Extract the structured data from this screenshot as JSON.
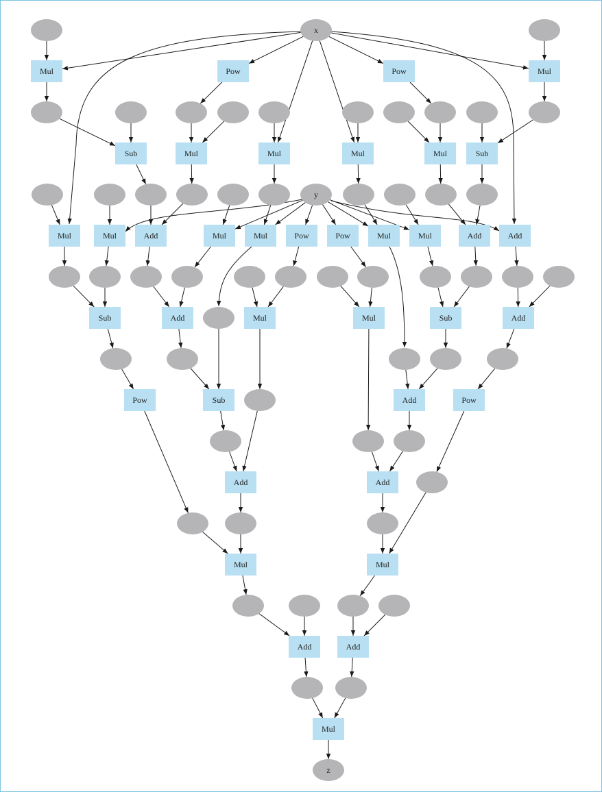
{
  "colors": {
    "value_node": "#b5b5b7",
    "op_node": "#b8e0f2",
    "edge": "#1a1a1a",
    "frame": "#7cc3e3"
  },
  "nodes": [
    {
      "id": "a1",
      "label": "",
      "shape": "ellipse"
    },
    {
      "id": "x",
      "label": "x",
      "shape": "ellipse"
    },
    {
      "id": "a2",
      "label": "",
      "shape": "ellipse"
    },
    {
      "id": "m1",
      "label": "Mul",
      "shape": "box"
    },
    {
      "id": "p1",
      "label": "Pow",
      "shape": "box"
    },
    {
      "id": "p2",
      "label": "Pow",
      "shape": "box"
    },
    {
      "id": "m2",
      "label": "Mul",
      "shape": "box"
    },
    {
      "id": "b1",
      "label": "",
      "shape": "ellipse"
    },
    {
      "id": "b2",
      "label": "",
      "shape": "ellipse"
    },
    {
      "id": "b3",
      "label": "",
      "shape": "ellipse"
    },
    {
      "id": "b4",
      "label": "",
      "shape": "ellipse"
    },
    {
      "id": "b5",
      "label": "",
      "shape": "ellipse"
    },
    {
      "id": "b6",
      "label": "",
      "shape": "ellipse"
    },
    {
      "id": "b7",
      "label": "",
      "shape": "ellipse"
    },
    {
      "id": "b8",
      "label": "",
      "shape": "ellipse"
    },
    {
      "id": "b9",
      "label": "",
      "shape": "ellipse"
    },
    {
      "id": "b10",
      "label": "",
      "shape": "ellipse"
    },
    {
      "id": "s1",
      "label": "Sub",
      "shape": "box"
    },
    {
      "id": "m3",
      "label": "Mul",
      "shape": "box"
    },
    {
      "id": "m4",
      "label": "Mul",
      "shape": "box"
    },
    {
      "id": "m5",
      "label": "Mul",
      "shape": "box"
    },
    {
      "id": "m6",
      "label": "Mul",
      "shape": "box"
    },
    {
      "id": "s2",
      "label": "Sub",
      "shape": "box"
    },
    {
      "id": "c1",
      "label": "",
      "shape": "ellipse"
    },
    {
      "id": "c2",
      "label": "",
      "shape": "ellipse"
    },
    {
      "id": "c3",
      "label": "",
      "shape": "ellipse"
    },
    {
      "id": "c4",
      "label": "",
      "shape": "ellipse"
    },
    {
      "id": "c5",
      "label": "",
      "shape": "ellipse"
    },
    {
      "id": "c6",
      "label": "",
      "shape": "ellipse"
    },
    {
      "id": "y",
      "label": "y",
      "shape": "ellipse"
    },
    {
      "id": "c7",
      "label": "",
      "shape": "ellipse"
    },
    {
      "id": "c8",
      "label": "",
      "shape": "ellipse"
    },
    {
      "id": "c9",
      "label": "",
      "shape": "ellipse"
    },
    {
      "id": "c10",
      "label": "",
      "shape": "ellipse"
    },
    {
      "id": "m7",
      "label": "Mul",
      "shape": "box"
    },
    {
      "id": "m8",
      "label": "Mul",
      "shape": "box"
    },
    {
      "id": "a3",
      "label": "Add",
      "shape": "box"
    },
    {
      "id": "m9",
      "label": "Mul",
      "shape": "box"
    },
    {
      "id": "m10",
      "label": "Mul",
      "shape": "box"
    },
    {
      "id": "p3",
      "label": "Pow",
      "shape": "box"
    },
    {
      "id": "p4",
      "label": "Pow",
      "shape": "box"
    },
    {
      "id": "m11",
      "label": "Mul",
      "shape": "box"
    },
    {
      "id": "m12",
      "label": "Mul",
      "shape": "box"
    },
    {
      "id": "a4",
      "label": "Add",
      "shape": "box"
    },
    {
      "id": "a5",
      "label": "Add",
      "shape": "box"
    },
    {
      "id": "d1",
      "label": "",
      "shape": "ellipse"
    },
    {
      "id": "d2",
      "label": "",
      "shape": "ellipse"
    },
    {
      "id": "d3",
      "label": "",
      "shape": "ellipse"
    },
    {
      "id": "d4",
      "label": "",
      "shape": "ellipse"
    },
    {
      "id": "d5",
      "label": "",
      "shape": "ellipse"
    },
    {
      "id": "d6",
      "label": "",
      "shape": "ellipse"
    },
    {
      "id": "d7",
      "label": "",
      "shape": "ellipse"
    },
    {
      "id": "d8",
      "label": "",
      "shape": "ellipse"
    },
    {
      "id": "d9",
      "label": "",
      "shape": "ellipse"
    },
    {
      "id": "d10",
      "label": "",
      "shape": "ellipse"
    },
    {
      "id": "d11",
      "label": "",
      "shape": "ellipse"
    },
    {
      "id": "d12",
      "label": "",
      "shape": "ellipse"
    },
    {
      "id": "s3",
      "label": "Sub",
      "shape": "box"
    },
    {
      "id": "a6",
      "label": "Add",
      "shape": "box"
    },
    {
      "id": "d13",
      "label": "",
      "shape": "ellipse"
    },
    {
      "id": "m13",
      "label": "Mul",
      "shape": "box"
    },
    {
      "id": "m14",
      "label": "Mul",
      "shape": "box"
    },
    {
      "id": "s4",
      "label": "Sub",
      "shape": "box"
    },
    {
      "id": "a7",
      "label": "Add",
      "shape": "box"
    },
    {
      "id": "f1",
      "label": "",
      "shape": "ellipse"
    },
    {
      "id": "f2",
      "label": "",
      "shape": "ellipse"
    },
    {
      "id": "f3",
      "label": "",
      "shape": "ellipse"
    },
    {
      "id": "f4",
      "label": "",
      "shape": "ellipse"
    },
    {
      "id": "f5",
      "label": "",
      "shape": "ellipse"
    },
    {
      "id": "p5",
      "label": "Pow",
      "shape": "box"
    },
    {
      "id": "s5",
      "label": "Sub",
      "shape": "box"
    },
    {
      "id": "f6",
      "label": "",
      "shape": "ellipse"
    },
    {
      "id": "a8",
      "label": "Add",
      "shape": "box"
    },
    {
      "id": "p6",
      "label": "Pow",
      "shape": "box"
    },
    {
      "id": "g1",
      "label": "",
      "shape": "ellipse"
    },
    {
      "id": "g2",
      "label": "",
      "shape": "ellipse"
    },
    {
      "id": "g3",
      "label": "",
      "shape": "ellipse"
    },
    {
      "id": "a9",
      "label": "Add",
      "shape": "box"
    },
    {
      "id": "a10",
      "label": "Add",
      "shape": "box"
    },
    {
      "id": "g4",
      "label": "",
      "shape": "ellipse"
    },
    {
      "id": "h1",
      "label": "",
      "shape": "ellipse"
    },
    {
      "id": "h2",
      "label": "",
      "shape": "ellipse"
    },
    {
      "id": "h3",
      "label": "",
      "shape": "ellipse"
    },
    {
      "id": "m15",
      "label": "Mul",
      "shape": "box"
    },
    {
      "id": "m16",
      "label": "Mul",
      "shape": "box"
    },
    {
      "id": "i1",
      "label": "",
      "shape": "ellipse"
    },
    {
      "id": "i2",
      "label": "",
      "shape": "ellipse"
    },
    {
      "id": "i3",
      "label": "",
      "shape": "ellipse"
    },
    {
      "id": "i4",
      "label": "",
      "shape": "ellipse"
    },
    {
      "id": "a11",
      "label": "Add",
      "shape": "box"
    },
    {
      "id": "a12",
      "label": "Add",
      "shape": "box"
    },
    {
      "id": "j1",
      "label": "",
      "shape": "ellipse"
    },
    {
      "id": "j2",
      "label": "",
      "shape": "ellipse"
    },
    {
      "id": "m17",
      "label": "Mul",
      "shape": "box"
    },
    {
      "id": "z",
      "label": "z",
      "shape": "ellipse"
    }
  ],
  "edges": [
    [
      "a1",
      "m1"
    ],
    [
      "x",
      "m1"
    ],
    [
      "x",
      "p1"
    ],
    [
      "x",
      "p2"
    ],
    [
      "x",
      "m2"
    ],
    [
      "a2",
      "m2"
    ],
    [
      "x",
      "m4"
    ],
    [
      "x",
      "m5"
    ],
    [
      "x",
      "m7"
    ],
    [
      "x",
      "a5"
    ],
    [
      "m1",
      "b1"
    ],
    [
      "p1",
      "b3"
    ],
    [
      "p2",
      "b8"
    ],
    [
      "m2",
      "b10"
    ],
    [
      "b1",
      "s1"
    ],
    [
      "b2",
      "s1"
    ],
    [
      "b3",
      "m3"
    ],
    [
      "b4",
      "m3"
    ],
    [
      "b5",
      "m4"
    ],
    [
      "b6",
      "m5"
    ],
    [
      "b7",
      "m6"
    ],
    [
      "b8",
      "m6"
    ],
    [
      "b9",
      "s2"
    ],
    [
      "b10",
      "s2"
    ],
    [
      "s1",
      "c3"
    ],
    [
      "m3",
      "c4"
    ],
    [
      "m4",
      "c6"
    ],
    [
      "m5",
      "c7"
    ],
    [
      "m6",
      "c9"
    ],
    [
      "s2",
      "c10"
    ],
    [
      "c1",
      "m7"
    ],
    [
      "c2",
      "m8"
    ],
    [
      "y",
      "m8"
    ],
    [
      "c3",
      "a3"
    ],
    [
      "c4",
      "a3"
    ],
    [
      "c5",
      "m9"
    ],
    [
      "y",
      "m9"
    ],
    [
      "c6",
      "m10"
    ],
    [
      "y",
      "m10"
    ],
    [
      "y",
      "p3"
    ],
    [
      "y",
      "p4"
    ],
    [
      "c7",
      "m11"
    ],
    [
      "y",
      "m11"
    ],
    [
      "c8",
      "m12"
    ],
    [
      "y",
      "m12"
    ],
    [
      "c9",
      "a4"
    ],
    [
      "c10",
      "a4"
    ],
    [
      "y",
      "a5"
    ],
    [
      "m7",
      "d1"
    ],
    [
      "m8",
      "d2"
    ],
    [
      "a3",
      "d3"
    ],
    [
      "m9",
      "d4"
    ],
    [
      "m10",
      "d13"
    ],
    [
      "p3",
      "d6"
    ],
    [
      "p4",
      "d8"
    ],
    [
      "m11",
      "f3"
    ],
    [
      "m12",
      "d9"
    ],
    [
      "a4",
      "d10"
    ],
    [
      "a5",
      "d11"
    ],
    [
      "d1",
      "s3"
    ],
    [
      "d2",
      "s3"
    ],
    [
      "d3",
      "a6"
    ],
    [
      "d4",
      "a6"
    ],
    [
      "d5",
      "m13"
    ],
    [
      "d6",
      "m13"
    ],
    [
      "d7",
      "m14"
    ],
    [
      "d8",
      "m14"
    ],
    [
      "d9",
      "s4"
    ],
    [
      "d10",
      "s4"
    ],
    [
      "d11",
      "a7"
    ],
    [
      "d12",
      "a7"
    ],
    [
      "s3",
      "f1"
    ],
    [
      "a6",
      "f2"
    ],
    [
      "m13",
      "f6"
    ],
    [
      "m14",
      "g2"
    ],
    [
      "s4",
      "f4"
    ],
    [
      "a7",
      "f5"
    ],
    [
      "f1",
      "p5"
    ],
    [
      "f2",
      "s5"
    ],
    [
      "d13",
      "s5"
    ],
    [
      "f3",
      "a8"
    ],
    [
      "f4",
      "a8"
    ],
    [
      "f5",
      "p6"
    ],
    [
      "p5",
      "h1"
    ],
    [
      "s5",
      "g1"
    ],
    [
      "a8",
      "g3"
    ],
    [
      "p6",
      "g4"
    ],
    [
      "g1",
      "a9"
    ],
    [
      "f6",
      "a9"
    ],
    [
      "g2",
      "a10"
    ],
    [
      "g3",
      "a10"
    ],
    [
      "a9",
      "h2"
    ],
    [
      "a10",
      "h3"
    ],
    [
      "h1",
      "m15"
    ],
    [
      "h2",
      "m15"
    ],
    [
      "h3",
      "m16"
    ],
    [
      "g4",
      "m16"
    ],
    [
      "m15",
      "i1"
    ],
    [
      "m16",
      "i3"
    ],
    [
      "i1",
      "a11"
    ],
    [
      "i2",
      "a11"
    ],
    [
      "i3",
      "a12"
    ],
    [
      "i4",
      "a12"
    ],
    [
      "a11",
      "j1"
    ],
    [
      "a12",
      "j2"
    ],
    [
      "j1",
      "m17"
    ],
    [
      "j2",
      "m17"
    ],
    [
      "m17",
      "z"
    ]
  ]
}
